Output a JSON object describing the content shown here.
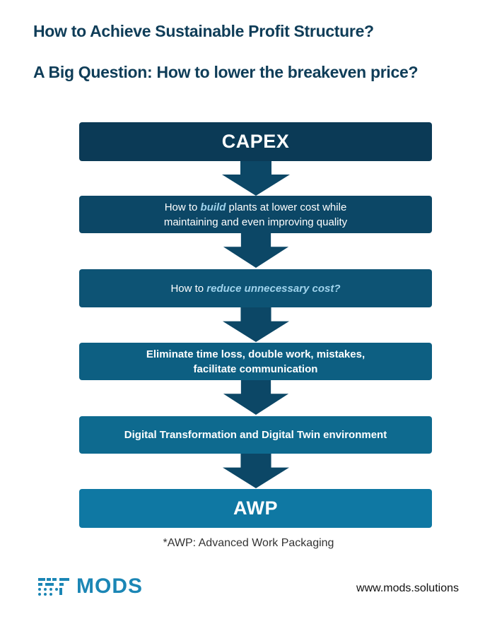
{
  "header": {
    "title": "How to Achieve Sustainable Profit Structure?",
    "subtitle": "A Big Question: How to lower the breakeven price?"
  },
  "flow": {
    "box1": "CAPEX",
    "box2": {
      "pre": "How to ",
      "emph": "build",
      "post": " plants at lower cost while",
      "line2": "maintaining and even improving quality"
    },
    "box3": {
      "pre": "How to ",
      "emph": "reduce unnecessary cost?"
    },
    "box4": {
      "line1": "Eliminate time loss, double work, mistakes,",
      "line2": "facilitate communication"
    },
    "box5": "Digital Transformation and Digital Twin environment",
    "box6": "AWP"
  },
  "footnote": "*AWP: Advanced Work Packaging",
  "footer": {
    "logo_text": "MODS",
    "url": "www.mods.solutions"
  },
  "colors": {
    "title": "#0f3d58",
    "box1": "#0b3a56",
    "box6": "#0f78a3",
    "arrow": "#0c4766",
    "highlight": "#9fd3ec",
    "logo": "#1b86b5"
  },
  "icons": [
    "arrow-down-icon",
    "mods-logo-icon"
  ]
}
